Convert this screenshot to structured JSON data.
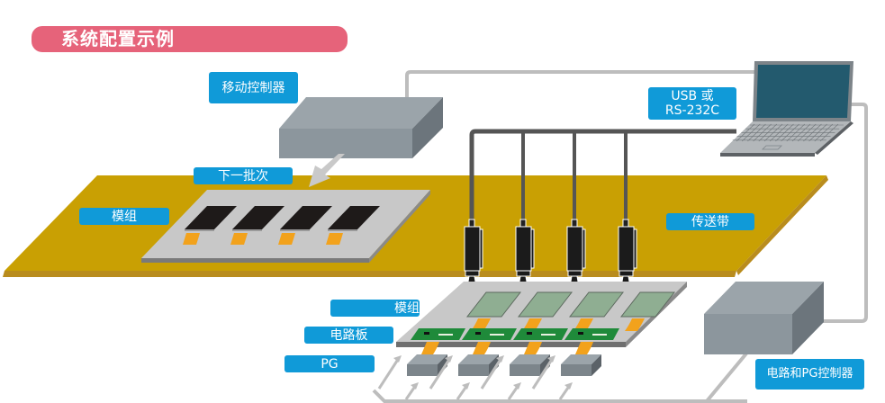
{
  "title": "系统配置示例",
  "labels": {
    "motion_controller": "移动控制器",
    "next_batch": "下一批次",
    "module_top": "模组",
    "conveyor": "传送带",
    "usb_line1": "USB 或",
    "usb_line2": "RS-232C",
    "module_bottom": "模组",
    "circuit_board": "电路板",
    "pg": "PG",
    "circuit_pg_controller": "电路和PG控制器"
  },
  "counts": {
    "cameras": 4,
    "modules_per_tray": 4,
    "pg_units": 4
  },
  "colors": {
    "title_bg": "#e6637a",
    "label_bg": "#109ad8",
    "conveyor": "#c9a003",
    "conveyor_edge": "#b98c1d",
    "tray": "#c8c8c8",
    "box_top": "#9ba4aa",
    "box_front": "#8c969d",
    "box_side": "#6c757c",
    "cable_dark": "#555555",
    "cable_light": "#bdbdbd",
    "screen": "#235a6e",
    "flex_cable": "#f2a21c",
    "pcb": "#1f8a3a"
  }
}
